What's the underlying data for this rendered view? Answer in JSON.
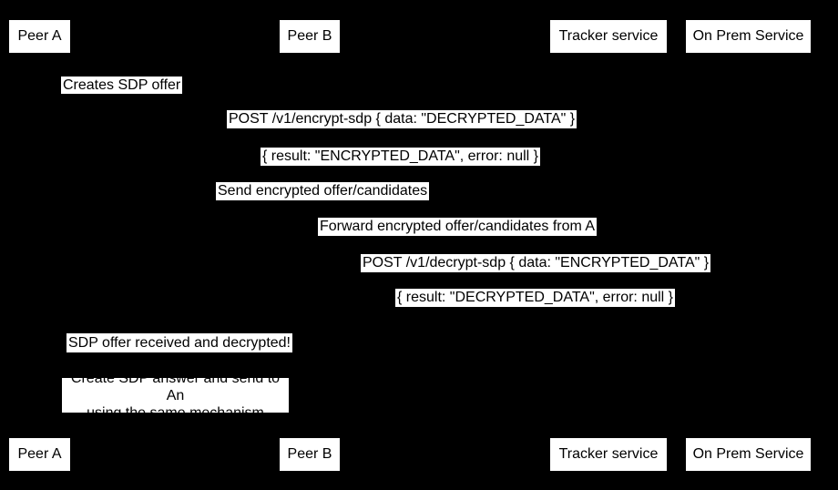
{
  "colors": {
    "background": "#000000",
    "box_fill": "#ffffff",
    "text": "#000000"
  },
  "participants": [
    {
      "label": "Peer A"
    },
    {
      "label": "Peer B"
    },
    {
      "label": "Tracker service"
    },
    {
      "label": "On Prem Service"
    }
  ],
  "messages": [
    {
      "text": "Creates SDP offer"
    },
    {
      "text": "POST /v1/encrypt-sdp { data: \"DECRYPTED_DATA\" }"
    },
    {
      "text": "{ result: \"ENCRYPTED_DATA\", error: null }"
    },
    {
      "text": "Send encrypted offer/candidates"
    },
    {
      "text": "Forward encrypted offer/candidates from A"
    },
    {
      "text": "POST /v1/decrypt-sdp { data: \"ENCRYPTED_DATA\" }"
    },
    {
      "text": "{ result: \"DECRYPTED_DATA\", error: null }"
    },
    {
      "text": "SDP offer received and decrypted!"
    }
  ],
  "note": {
    "line1": "Create SDP answer and send to An",
    "line2": "using the same mechanism"
  }
}
